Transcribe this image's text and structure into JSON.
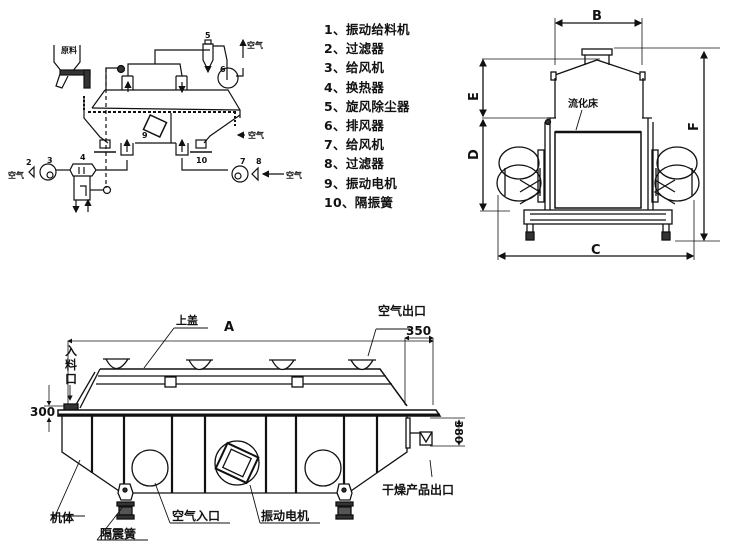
{
  "legend": {
    "items": [
      {
        "num": "1、",
        "label": "振动给料机"
      },
      {
        "num": "2、",
        "label": "过滤器"
      },
      {
        "num": "3、",
        "label": "给风机"
      },
      {
        "num": "4、",
        "label": "换热器"
      },
      {
        "num": "5、",
        "label": "旋风除尘器"
      },
      {
        "num": "6、",
        "label": "排风器"
      },
      {
        "num": "7、",
        "label": "给风机"
      },
      {
        "num": "8、",
        "label": "过滤器"
      },
      {
        "num": "9、",
        "label": "振动电机"
      },
      {
        "num": "10、",
        "label": "隔振簧"
      }
    ]
  },
  "flow_diagram": {
    "hopper_label": "原料",
    "air_inlet_left": "空气",
    "air_inlet_right": "空气",
    "air_exhaust": "空气",
    "air_side": "空气",
    "numbers": [
      "2",
      "3",
      "4",
      "5",
      "6",
      "7",
      "8",
      "9",
      "10"
    ]
  },
  "end_view": {
    "dim_b": "B",
    "dim_c": "C",
    "dim_d": "D",
    "dim_e": "E",
    "dim_f": "F",
    "bed_label": "流化床"
  },
  "side_view": {
    "dim_a": "A",
    "dim_350": "350",
    "dim_300": "300",
    "dim_380": "380",
    "top_cover": "上盖",
    "feed_inlet": "入料口",
    "air_outlet": "空气出口",
    "body": "机体",
    "spring": "隔震簧",
    "air_inlet": "空气入口",
    "vibration_motor": "振动电机",
    "product_outlet": "干燥产品出口"
  }
}
